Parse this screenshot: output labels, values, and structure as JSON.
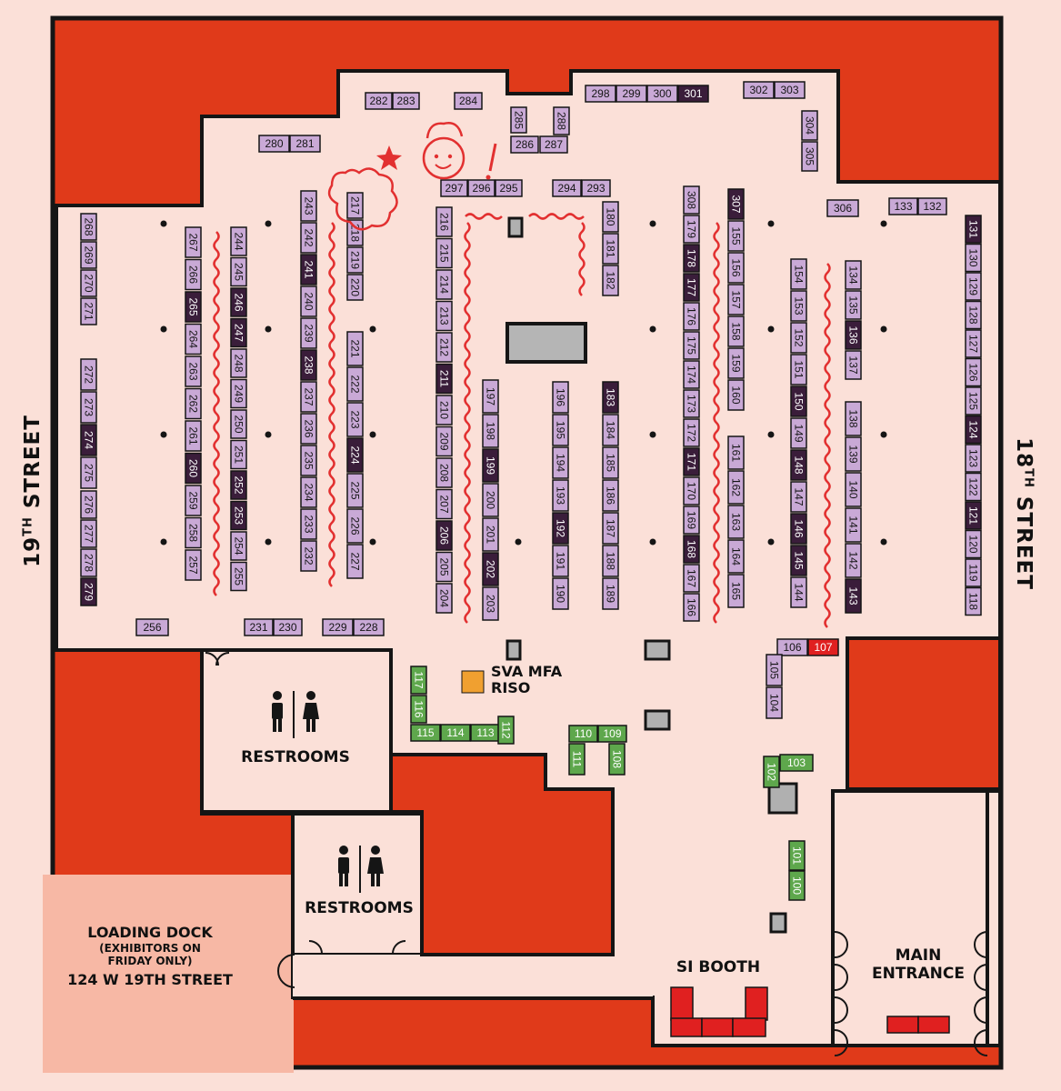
{
  "streets": {
    "left_num": "19",
    "left_sup": "TH",
    "left_word": "STREET",
    "right_num": "18",
    "right_sup": "TH",
    "right_word": "STREET"
  },
  "labels": {
    "restrooms_1": "RESTROOMS",
    "restrooms_2": "RESTROOMS",
    "loading_title": "LOADING DOCK",
    "loading_note_1": "(EXHIBITORS ON",
    "loading_note_2": "FRIDAY ONLY)",
    "loading_addr": "124 W 19TH STREET",
    "si_booth": "SI BOOTH",
    "main_1": "MAIN",
    "main_2": "ENTRANCE",
    "riso_1": "SVA MFA",
    "riso_2": "RISO"
  },
  "colors": {
    "background": "#fbe0d8",
    "wall": "#e03a1a",
    "outline": "#151515",
    "booth": "#c9a9d6",
    "booth_dark": "#3a1d3a",
    "booth_green": "#5ea74c",
    "booth_red": "#e02020",
    "riso": "#f0a030",
    "dock": "#f7b8a5",
    "doodle": "#e23030"
  },
  "booths": [
    {
      "n": "282",
      "c": "p"
    },
    {
      "n": "283",
      "c": "p"
    },
    {
      "n": "284",
      "c": "p"
    },
    {
      "n": "285",
      "c": "p"
    },
    {
      "n": "286",
      "c": "p"
    },
    {
      "n": "287",
      "c": "p"
    },
    {
      "n": "288",
      "c": "p"
    },
    {
      "n": "298",
      "c": "p"
    },
    {
      "n": "299",
      "c": "p"
    },
    {
      "n": "300",
      "c": "p"
    },
    {
      "n": "301",
      "c": "d"
    },
    {
      "n": "302",
      "c": "p"
    },
    {
      "n": "303",
      "c": "p"
    },
    {
      "n": "304",
      "c": "p"
    },
    {
      "n": "305",
      "c": "p"
    },
    {
      "n": "280",
      "c": "p"
    },
    {
      "n": "281",
      "c": "p"
    },
    {
      "n": "297",
      "c": "p"
    },
    {
      "n": "296",
      "c": "p"
    },
    {
      "n": "295",
      "c": "p"
    },
    {
      "n": "294",
      "c": "p"
    },
    {
      "n": "293",
      "c": "p"
    },
    {
      "n": "306",
      "c": "p"
    },
    {
      "n": "133",
      "c": "p"
    },
    {
      "n": "132",
      "c": "p"
    },
    {
      "n": "268",
      "c": "p"
    },
    {
      "n": "269",
      "c": "p"
    },
    {
      "n": "270",
      "c": "p"
    },
    {
      "n": "271",
      "c": "p"
    },
    {
      "n": "272",
      "c": "p"
    },
    {
      "n": "273",
      "c": "p"
    },
    {
      "n": "274",
      "c": "d"
    },
    {
      "n": "275",
      "c": "p"
    },
    {
      "n": "276",
      "c": "p"
    },
    {
      "n": "277",
      "c": "p"
    },
    {
      "n": "278",
      "c": "p"
    },
    {
      "n": "279",
      "c": "d"
    },
    {
      "n": "267",
      "c": "p"
    },
    {
      "n": "266",
      "c": "p"
    },
    {
      "n": "265",
      "c": "d"
    },
    {
      "n": "264",
      "c": "p"
    },
    {
      "n": "263",
      "c": "p"
    },
    {
      "n": "262",
      "c": "p"
    },
    {
      "n": "261",
      "c": "p"
    },
    {
      "n": "260",
      "c": "d"
    },
    {
      "n": "259",
      "c": "p"
    },
    {
      "n": "258",
      "c": "p"
    },
    {
      "n": "257",
      "c": "p"
    },
    {
      "n": "244",
      "c": "p"
    },
    {
      "n": "245",
      "c": "p"
    },
    {
      "n": "246",
      "c": "d"
    },
    {
      "n": "247",
      "c": "d"
    },
    {
      "n": "248",
      "c": "p"
    },
    {
      "n": "249",
      "c": "p"
    },
    {
      "n": "250",
      "c": "p"
    },
    {
      "n": "251",
      "c": "p"
    },
    {
      "n": "252",
      "c": "d"
    },
    {
      "n": "253",
      "c": "d"
    },
    {
      "n": "254",
      "c": "p"
    },
    {
      "n": "255",
      "c": "p"
    },
    {
      "n": "243",
      "c": "p"
    },
    {
      "n": "242",
      "c": "p"
    },
    {
      "n": "241",
      "c": "d"
    },
    {
      "n": "240",
      "c": "p"
    },
    {
      "n": "239",
      "c": "p"
    },
    {
      "n": "238",
      "c": "d"
    },
    {
      "n": "237",
      "c": "p"
    },
    {
      "n": "236",
      "c": "p"
    },
    {
      "n": "235",
      "c": "p"
    },
    {
      "n": "234",
      "c": "p"
    },
    {
      "n": "233",
      "c": "p"
    },
    {
      "n": "232",
      "c": "p"
    },
    {
      "n": "217",
      "c": "p"
    },
    {
      "n": "218",
      "c": "p"
    },
    {
      "n": "219",
      "c": "p"
    },
    {
      "n": "220",
      "c": "p"
    },
    {
      "n": "221",
      "c": "p"
    },
    {
      "n": "222",
      "c": "p"
    },
    {
      "n": "223",
      "c": "p"
    },
    {
      "n": "224",
      "c": "d"
    },
    {
      "n": "225",
      "c": "p"
    },
    {
      "n": "226",
      "c": "p"
    },
    {
      "n": "227",
      "c": "p"
    },
    {
      "n": "216",
      "c": "p"
    },
    {
      "n": "215",
      "c": "p"
    },
    {
      "n": "214",
      "c": "p"
    },
    {
      "n": "213",
      "c": "p"
    },
    {
      "n": "212",
      "c": "p"
    },
    {
      "n": "211",
      "c": "d"
    },
    {
      "n": "210",
      "c": "p"
    },
    {
      "n": "209",
      "c": "p"
    },
    {
      "n": "208",
      "c": "p"
    },
    {
      "n": "207",
      "c": "p"
    },
    {
      "n": "206",
      "c": "d"
    },
    {
      "n": "205",
      "c": "p"
    },
    {
      "n": "204",
      "c": "p"
    },
    {
      "n": "197",
      "c": "p"
    },
    {
      "n": "198",
      "c": "p"
    },
    {
      "n": "199",
      "c": "d"
    },
    {
      "n": "200",
      "c": "p"
    },
    {
      "n": "201",
      "c": "p"
    },
    {
      "n": "202",
      "c": "d"
    },
    {
      "n": "203",
      "c": "p"
    },
    {
      "n": "196",
      "c": "p"
    },
    {
      "n": "195",
      "c": "p"
    },
    {
      "n": "194",
      "c": "p"
    },
    {
      "n": "193",
      "c": "p"
    },
    {
      "n": "192",
      "c": "d"
    },
    {
      "n": "191",
      "c": "p"
    },
    {
      "n": "190",
      "c": "p"
    },
    {
      "n": "180",
      "c": "p"
    },
    {
      "n": "181",
      "c": "p"
    },
    {
      "n": "182",
      "c": "p"
    },
    {
      "n": "183",
      "c": "d"
    },
    {
      "n": "184",
      "c": "p"
    },
    {
      "n": "185",
      "c": "p"
    },
    {
      "n": "186",
      "c": "p"
    },
    {
      "n": "187",
      "c": "p"
    },
    {
      "n": "188",
      "c": "p"
    },
    {
      "n": "189",
      "c": "p"
    },
    {
      "n": "308",
      "c": "p"
    },
    {
      "n": "179",
      "c": "p"
    },
    {
      "n": "178",
      "c": "d"
    },
    {
      "n": "177",
      "c": "d"
    },
    {
      "n": "176",
      "c": "p"
    },
    {
      "n": "175",
      "c": "p"
    },
    {
      "n": "174",
      "c": "p"
    },
    {
      "n": "173",
      "c": "p"
    },
    {
      "n": "172",
      "c": "p"
    },
    {
      "n": "171",
      "c": "d"
    },
    {
      "n": "170",
      "c": "p"
    },
    {
      "n": "169",
      "c": "p"
    },
    {
      "n": "168",
      "c": "d"
    },
    {
      "n": "167",
      "c": "p"
    },
    {
      "n": "166",
      "c": "p"
    },
    {
      "n": "307",
      "c": "d"
    },
    {
      "n": "155",
      "c": "p"
    },
    {
      "n": "156",
      "c": "p"
    },
    {
      "n": "157",
      "c": "p"
    },
    {
      "n": "158",
      "c": "p"
    },
    {
      "n": "159",
      "c": "p"
    },
    {
      "n": "160",
      "c": "p"
    },
    {
      "n": "161",
      "c": "p"
    },
    {
      "n": "162",
      "c": "p"
    },
    {
      "n": "163",
      "c": "p"
    },
    {
      "n": "164",
      "c": "p"
    },
    {
      "n": "165",
      "c": "p"
    },
    {
      "n": "154",
      "c": "p"
    },
    {
      "n": "153",
      "c": "p"
    },
    {
      "n": "152",
      "c": "p"
    },
    {
      "n": "151",
      "c": "p"
    },
    {
      "n": "150",
      "c": "d"
    },
    {
      "n": "149",
      "c": "p"
    },
    {
      "n": "148",
      "c": "d"
    },
    {
      "n": "147",
      "c": "p"
    },
    {
      "n": "146",
      "c": "d"
    },
    {
      "n": "145",
      "c": "d"
    },
    {
      "n": "144",
      "c": "p"
    },
    {
      "n": "134",
      "c": "p"
    },
    {
      "n": "135",
      "c": "p"
    },
    {
      "n": "136",
      "c": "d"
    },
    {
      "n": "137",
      "c": "p"
    },
    {
      "n": "138",
      "c": "p"
    },
    {
      "n": "139",
      "c": "p"
    },
    {
      "n": "140",
      "c": "p"
    },
    {
      "n": "141",
      "c": "p"
    },
    {
      "n": "142",
      "c": "p"
    },
    {
      "n": "143",
      "c": "d"
    },
    {
      "n": "131",
      "c": "d"
    },
    {
      "n": "130",
      "c": "p"
    },
    {
      "n": "129",
      "c": "p"
    },
    {
      "n": "128",
      "c": "p"
    },
    {
      "n": "127",
      "c": "p"
    },
    {
      "n": "126",
      "c": "p"
    },
    {
      "n": "125",
      "c": "p"
    },
    {
      "n": "124",
      "c": "d"
    },
    {
      "n": "123",
      "c": "p"
    },
    {
      "n": "122",
      "c": "p"
    },
    {
      "n": "121",
      "c": "d"
    },
    {
      "n": "120",
      "c": "p"
    },
    {
      "n": "119",
      "c": "p"
    },
    {
      "n": "118",
      "c": "p"
    },
    {
      "n": "256",
      "c": "p"
    },
    {
      "n": "231",
      "c": "p"
    },
    {
      "n": "230",
      "c": "p"
    },
    {
      "n": "229",
      "c": "p"
    },
    {
      "n": "228",
      "c": "p"
    },
    {
      "n": "106",
      "c": "p"
    },
    {
      "n": "107",
      "c": "r"
    },
    {
      "n": "105",
      "c": "p"
    },
    {
      "n": "104",
      "c": "p"
    },
    {
      "n": "117",
      "c": "g"
    },
    {
      "n": "116",
      "c": "g"
    },
    {
      "n": "115",
      "c": "g"
    },
    {
      "n": "114",
      "c": "g"
    },
    {
      "n": "113",
      "c": "g"
    },
    {
      "n": "112",
      "c": "g"
    },
    {
      "n": "110",
      "c": "g"
    },
    {
      "n": "109",
      "c": "g"
    },
    {
      "n": "111",
      "c": "g"
    },
    {
      "n": "108",
      "c": "g"
    },
    {
      "n": "102",
      "c": "g"
    },
    {
      "n": "103",
      "c": "g"
    },
    {
      "n": "101",
      "c": "g"
    },
    {
      "n": "100",
      "c": "g"
    }
  ]
}
